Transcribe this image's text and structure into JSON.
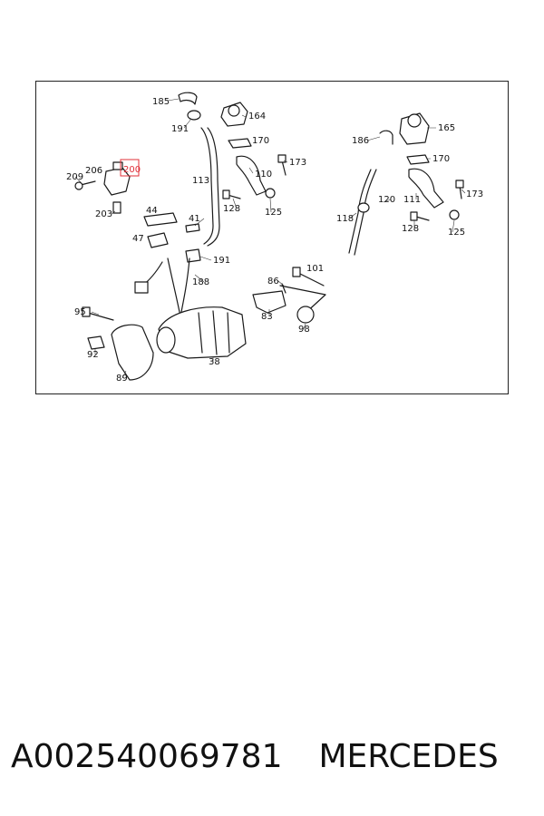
{
  "diagram": {
    "highlighted_part": "200",
    "highlight_color": "#e0303a",
    "labels": [
      "185",
      "164",
      "191",
      "170",
      "165",
      "186",
      "173",
      "110",
      "170",
      "209",
      "206",
      "200",
      "113",
      "173",
      "120",
      "111",
      "128",
      "125",
      "203",
      "118",
      "128",
      "125",
      "44",
      "41",
      "47",
      "191",
      "101",
      "86",
      "188",
      "95",
      "83",
      "98",
      "92",
      "38",
      "89"
    ]
  },
  "caption": {
    "part_number": "A002540069781",
    "brand": "MERCEDES"
  }
}
